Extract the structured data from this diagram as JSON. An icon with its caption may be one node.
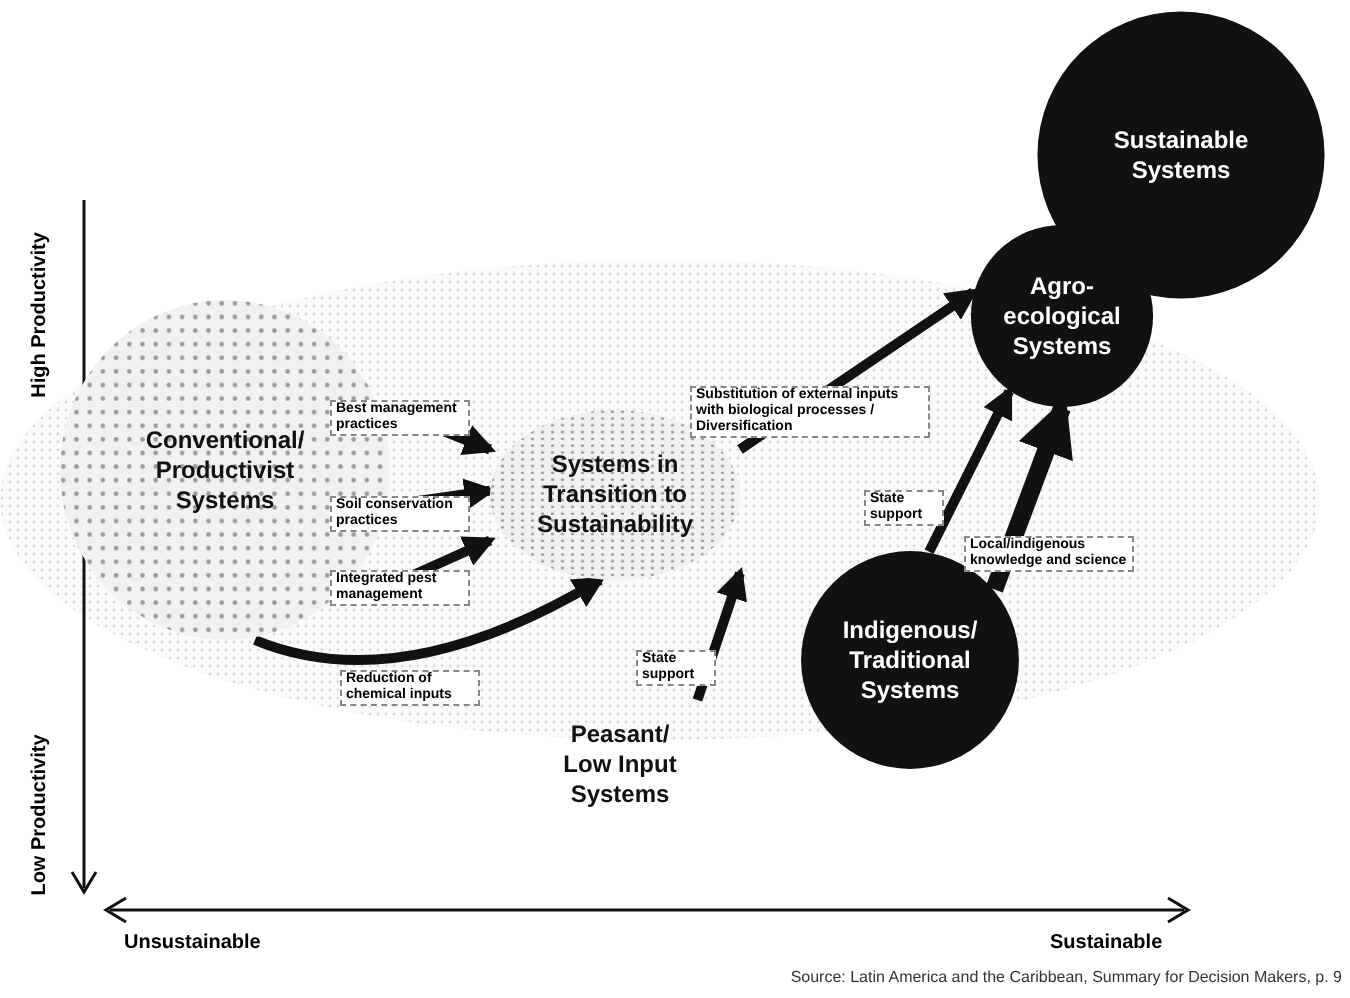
{
  "diagram": {
    "caption": "Source: Latin America and the Caribbean, Summary for Decision Makers, p. 9",
    "nodes": [
      {
        "text": [
          "Sustainable Systems"
        ]
      },
      {
        "text": [
          "Conventional/ Productivist Systems"
        ]
      },
      {
        "text": [
          "Systems in Transition to Sustainability"
        ]
      },
      {
        "text": [
          "Agro-ecological Systems"
        ]
      },
      {
        "text": [
          "Indigenous/ Traditional Systems"
        ]
      },
      {
        "text": [
          "Peasant/ Low Input Systems"
        ]
      }
    ],
    "edges": [
      {
        "from": 1,
        "to": 2,
        "arrow": "to",
        "label": "Best management practices"
      },
      {
        "from": 1,
        "to": 2,
        "arrow": "to",
        "label": "Soil conservation practices"
      },
      {
        "from": 1,
        "to": 2,
        "arrow": "to",
        "label": "Integrated pest management"
      },
      {
        "from": 1,
        "to": 2,
        "arrow": "to",
        "label": "Reduction of chemical inputs"
      },
      {
        "from": 2,
        "to": 3,
        "arrow": "to",
        "label": "Substitution of external inputs with biological processes / Diversification"
      },
      {
        "from": 5,
        "to": 2,
        "arrow": "to",
        "label": "State support"
      },
      {
        "from": 4,
        "to": 3,
        "arrow": "to",
        "label": "State support"
      },
      {
        "from": 4,
        "to": 3,
        "arrow": "to",
        "label": "Local/indigenous knowledge and science",
        "style": "thick"
      }
    ],
    "labels": [
      "High Productivity",
      "Low Productivity",
      "Unsustainable",
      "Sustainable"
    ]
  }
}
